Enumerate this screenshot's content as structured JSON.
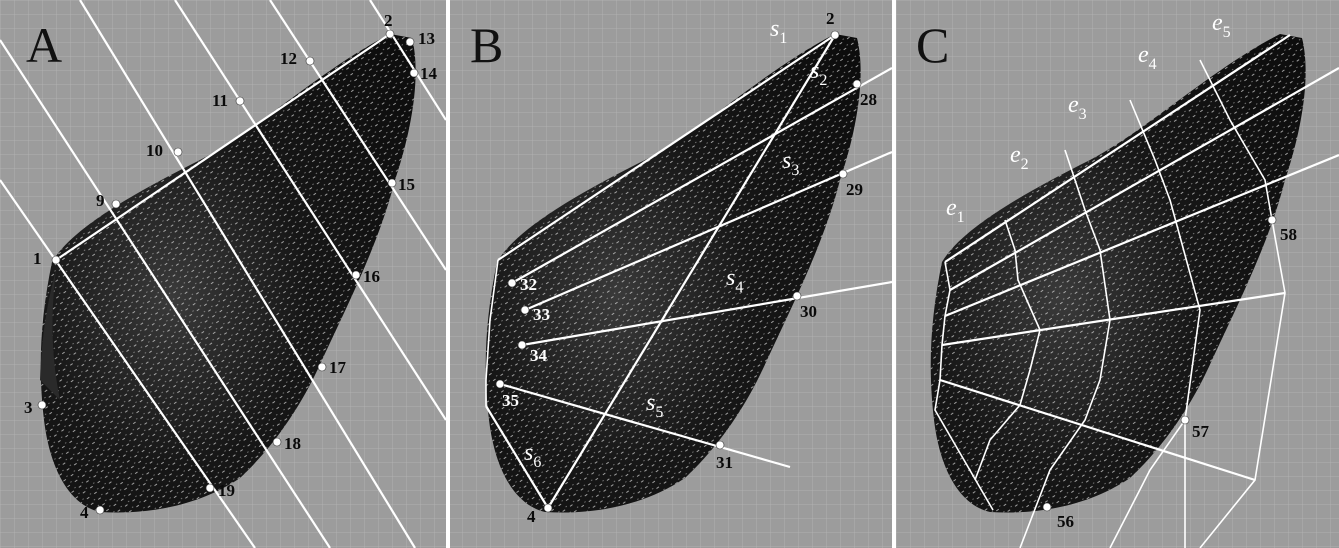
{
  "figure": {
    "panels": [
      {
        "letter": "A",
        "landmarks": [
          "1",
          "2",
          "3",
          "4",
          "9",
          "10",
          "11",
          "12",
          "13",
          "14",
          "15",
          "16",
          "17",
          "18",
          "19"
        ]
      },
      {
        "letter": "B",
        "landmarks": [
          "2",
          "4",
          "28",
          "29",
          "30",
          "31",
          "32",
          "33",
          "34",
          "35"
        ],
        "segments": [
          {
            "base": "s",
            "sub": "1"
          },
          {
            "base": "s",
            "sub": "2"
          },
          {
            "base": "s",
            "sub": "3"
          },
          {
            "base": "s",
            "sub": "4"
          },
          {
            "base": "s",
            "sub": "5"
          },
          {
            "base": "s",
            "sub": "6"
          }
        ]
      },
      {
        "letter": "C",
        "landmarks": [
          "56",
          "57",
          "58"
        ],
        "segments": [
          {
            "base": "e",
            "sub": "1"
          },
          {
            "base": "e",
            "sub": "2"
          },
          {
            "base": "e",
            "sub": "3"
          },
          {
            "base": "e",
            "sub": "4"
          },
          {
            "base": "e",
            "sub": "5"
          }
        ]
      }
    ],
    "colors": {
      "background": "#9a9a9a",
      "wing": "#141414",
      "annotation": "#ffffff",
      "label": "#0a0a0a"
    }
  }
}
